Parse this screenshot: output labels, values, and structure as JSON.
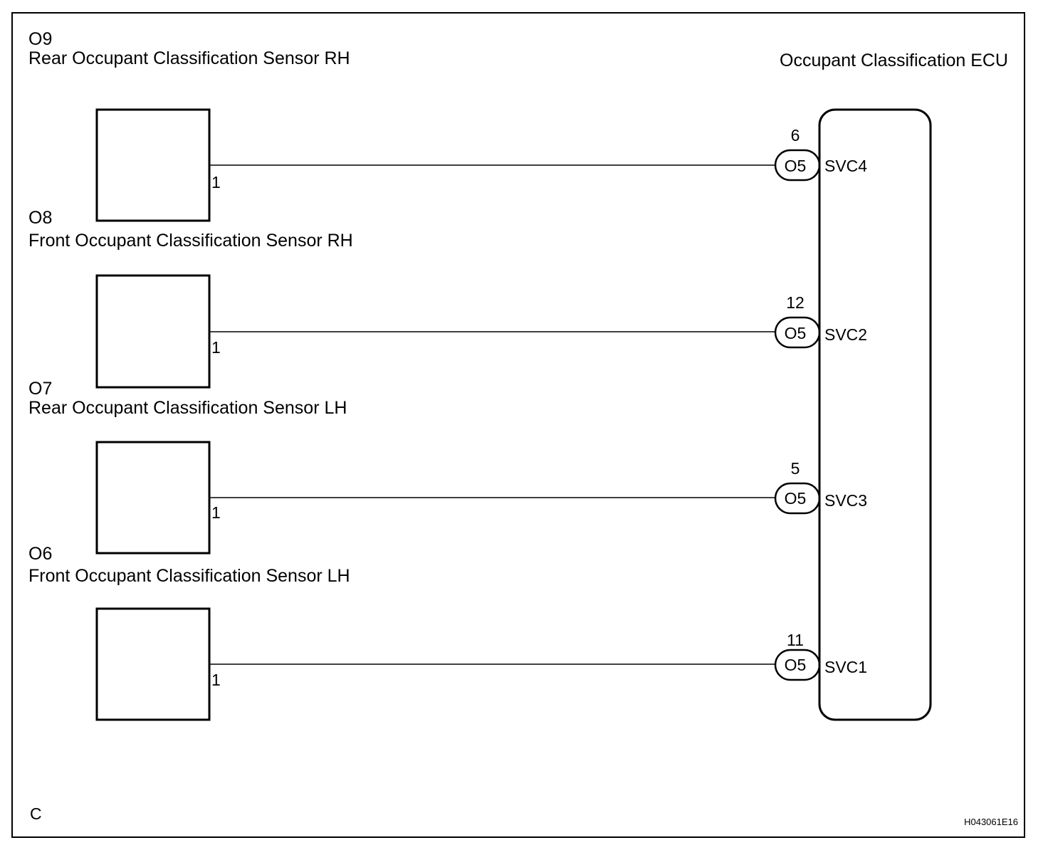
{
  "ecu": {
    "name": "Occupant Classification ECU"
  },
  "sensors": [
    {
      "code": "O9",
      "name": "Rear Occupant Classification Sensor RH",
      "pin": "1",
      "ecu_pin": "6",
      "connector": "O5",
      "terminal": "SVC4"
    },
    {
      "code": "O8",
      "name": "Front Occupant Classification Sensor RH",
      "pin": "1",
      "ecu_pin": "12",
      "connector": "O5",
      "terminal": "SVC2"
    },
    {
      "code": "O7",
      "name": "Rear Occupant Classification Sensor LH",
      "pin": "1",
      "ecu_pin": "5",
      "connector": "O5",
      "terminal": "SVC3"
    },
    {
      "code": "O6",
      "name": "Front Occupant Classification Sensor LH",
      "pin": "1",
      "ecu_pin": "11",
      "connector": "O5",
      "terminal": "SVC1"
    }
  ],
  "footer": {
    "letter": "C",
    "figure_id": "H043061E16"
  }
}
